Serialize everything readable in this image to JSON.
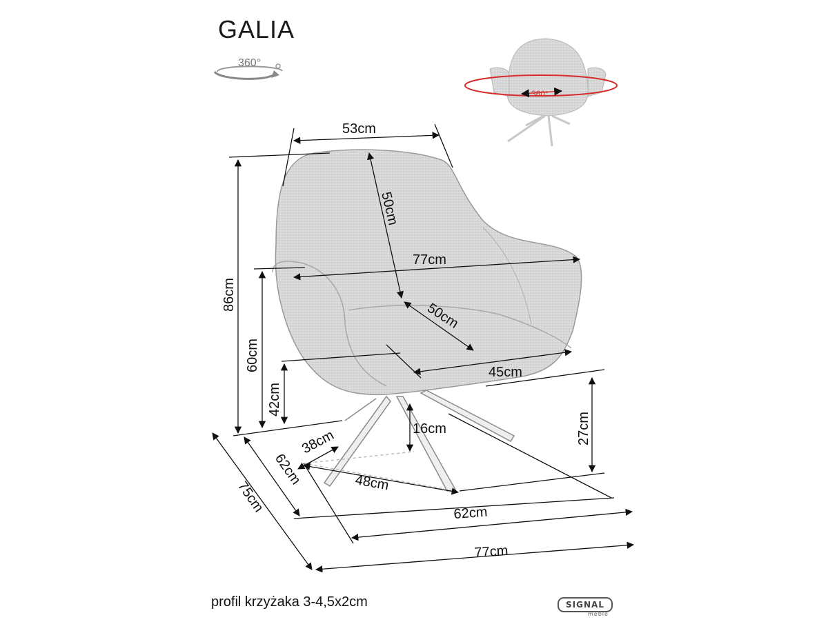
{
  "product": {
    "name": "GALIA",
    "rotation_badge": "360°",
    "rotation_badge_preview": "360°"
  },
  "dimensions": {
    "backrest_width": "53cm",
    "backrest_height": "50cm",
    "overall_width": "77cm",
    "seat_depth": "50cm",
    "seat_width": "45cm",
    "total_height": "86cm",
    "armrest_height": "60cm",
    "seat_height": "42cm",
    "base_height_inner": "16cm",
    "base_height_outer": "27cm",
    "base_depth_small": "38cm",
    "base_width_small": "48cm",
    "base_depth": "62cm",
    "base_width": "62cm",
    "footprint_depth": "75cm",
    "footprint_width": "77cm"
  },
  "caption": "profil krzyżaka 3-4,5x2cm",
  "brand": {
    "logo_text": "SIGNAL",
    "logo_sub": "meble"
  },
  "colors": {
    "fabric": "#d6d6d6",
    "rotation_ring": "#d62b2b",
    "dimension_line": "#111111"
  }
}
